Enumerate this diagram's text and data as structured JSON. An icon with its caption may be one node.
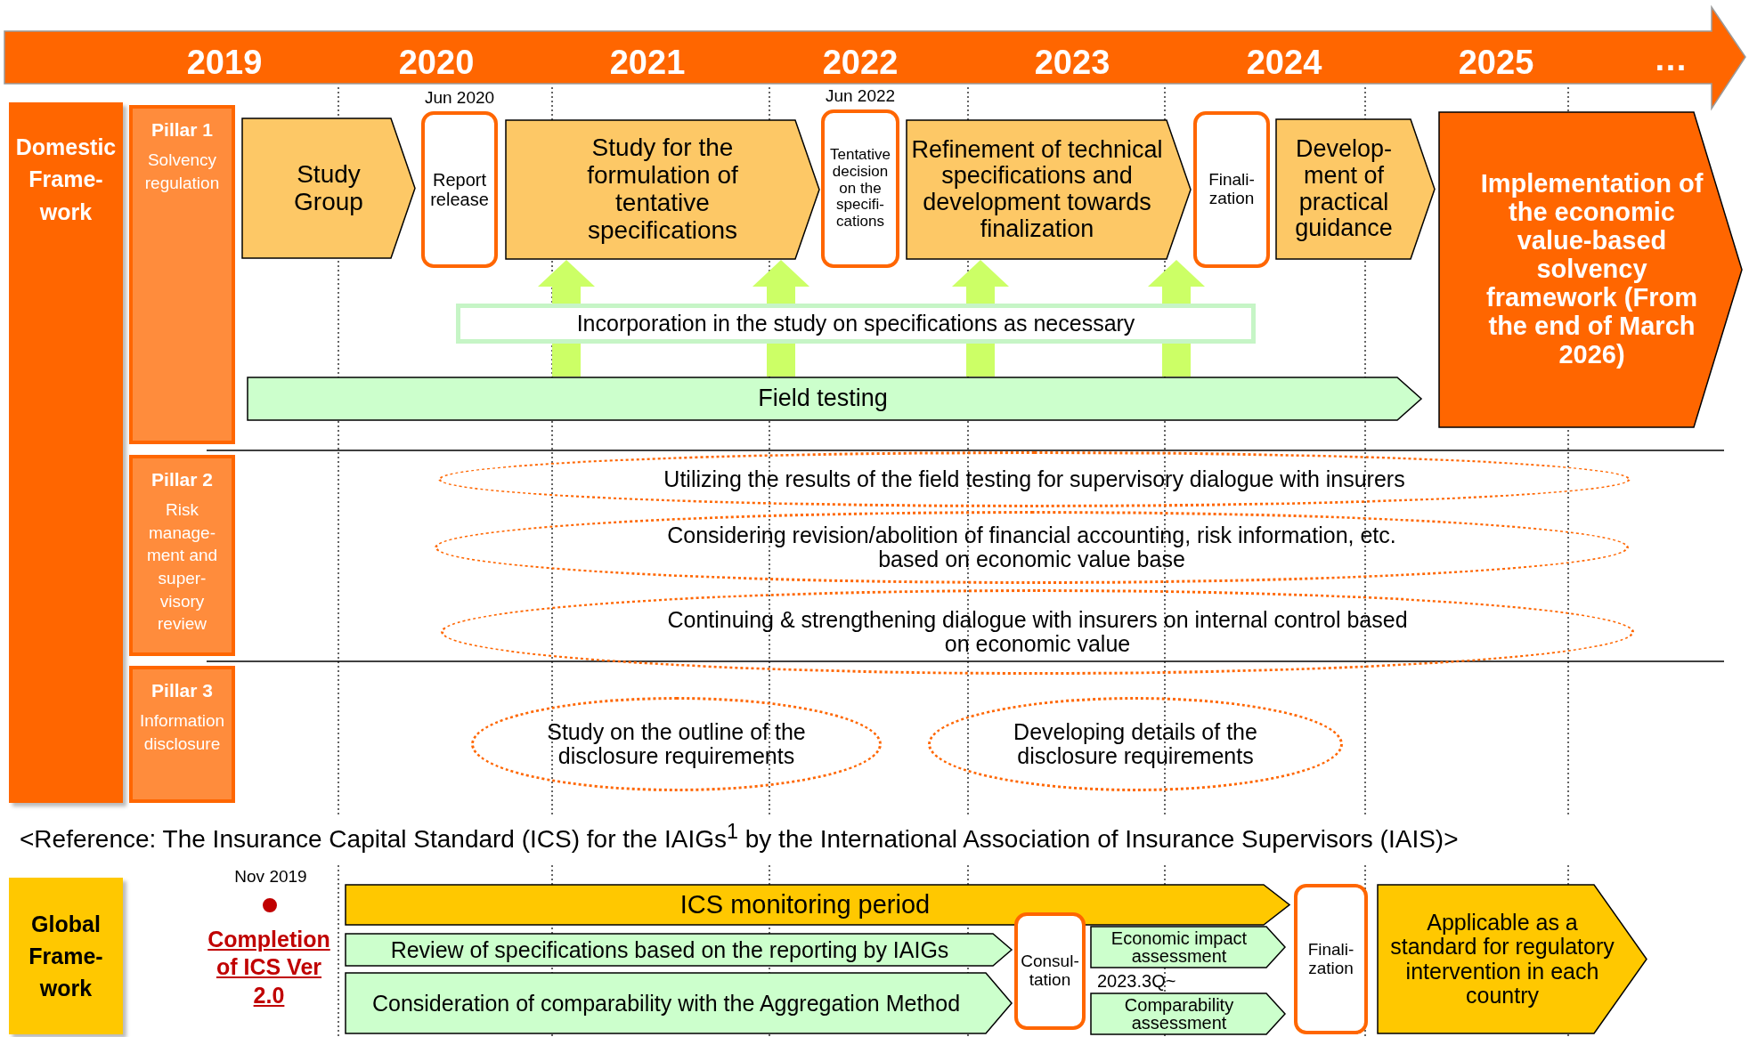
{
  "diagram": {
    "nodes": [
      {
        "text": [
          "Domestic Frame- work"
        ]
      },
      {
        "text": [
          "Pillar 1",
          "Solvency regulation"
        ]
      },
      {
        "text": [
          "Pillar 2",
          "Risk manage- ment and super- visory review"
        ]
      },
      {
        "text": [
          "Pillar 3",
          "Information disclosure"
        ]
      },
      {
        "text": [
          "Study Group"
        ]
      },
      {
        "text": [
          "Report release"
        ],
        "beside": [
          "Jun 2020"
        ]
      },
      {
        "text": [
          "Study for the formulation of tentative specifications"
        ]
      },
      {
        "text": [
          "Tentative decision on the specifi- cations"
        ],
        "beside": [
          "Jun 2022"
        ]
      },
      {
        "text": [
          "Refinement of technical specifications and development towards finalization"
        ]
      },
      {
        "text": [
          "Finali- zation"
        ]
      },
      {
        "text": [
          "Develop- ment of practical guidance"
        ]
      },
      {
        "text": [
          "Implementation of the economic value-based solvency framework (From the end of March 2026)"
        ]
      },
      {
        "text": [
          "Incorporation in the study on specifications as necessary"
        ]
      },
      {
        "text": [
          "Field testing"
        ]
      },
      {
        "text": [
          "Utilizing the results of the field testing for supervisory dialogue with insurers"
        ]
      },
      {
        "text": [
          "Considering revision/abolition of financial accounting, risk information, etc. based on economic value base"
        ]
      },
      {
        "text": [
          "Continuing & strengthening dialogue with insurers on internal control based on economic value"
        ]
      },
      {
        "text": [
          "Study on the outline of the disclosure requirements"
        ]
      },
      {
        "text": [
          "Developing details of the disclosure requirements"
        ]
      },
      {
        "text": [
          "Global Frame- work"
        ]
      },
      {
        "text": [
          "ICS monitoring period"
        ]
      },
      {
        "text": [
          "Review of specifications based on the reporting by IAIGs"
        ]
      },
      {
        "text": [
          "Consideration of comparability with the Aggregation Method"
        ]
      },
      {
        "text": [
          "Consul- tation"
        ]
      },
      {
        "text": [
          "Economic impact assessment"
        ]
      },
      {
        "text": [
          "Comparability assessment"
        ]
      },
      {
        "text": [
          "Finali- zation"
        ]
      },
      {
        "text": [
          "Applicable as a standard for regulatory intervention in each country"
        ]
      }
    ],
    "edges": [
      {
        "from": 13,
        "to": 12,
        "arrow": "none"
      },
      {
        "from": 13,
        "to": 12,
        "arrow": "none"
      },
      {
        "from": 13,
        "to": 12,
        "arrow": "none"
      },
      {
        "from": 13,
        "to": 12,
        "arrow": "none"
      },
      {
        "from": 12,
        "to": 6,
        "arrow": "to"
      },
      {
        "from": 12,
        "to": 6,
        "arrow": "to"
      },
      {
        "from": 12,
        "to": 8,
        "arrow": "to"
      },
      {
        "from": 12,
        "to": 8,
        "arrow": "to"
      }
    ],
    "labels": [
      "2019",
      "2020",
      "2021",
      "2022",
      "2023",
      "2024",
      "2025",
      "…",
      "Nov 2019",
      "Completion of ICS Ver 2.0",
      "<Reference: The Insurance Capital Standard (ICS) for the IAIGs$^{1}$ by the International Association of Insurance Supervisors (IAIS)>",
      "2023.3Q~"
    ]
  }
}
